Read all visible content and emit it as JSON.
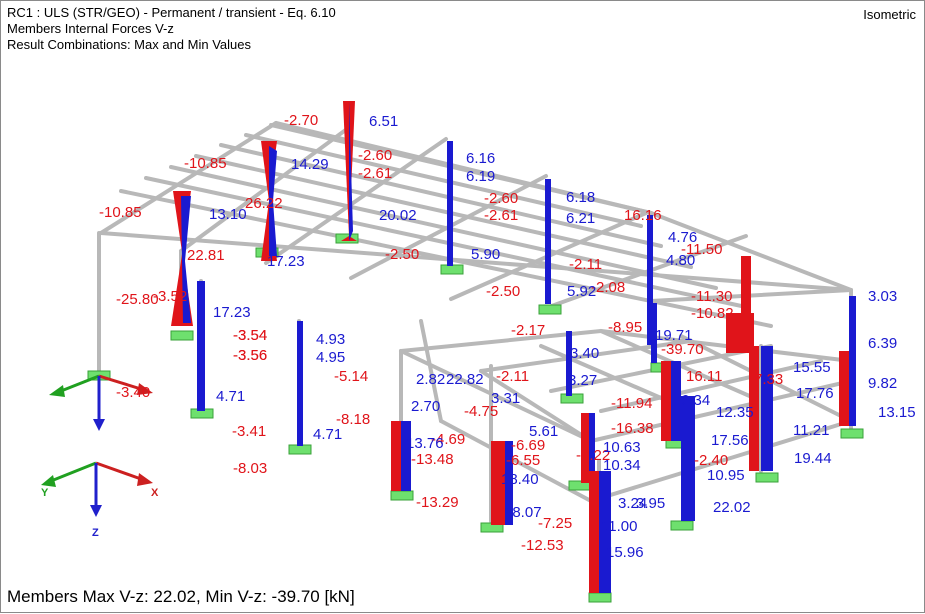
{
  "header": {
    "line1": "RC1 : ULS (STR/GEO) - Permanent / transient - Eq. 6.10",
    "line2": "Members Internal Forces V-z",
    "line3": "Result Combinations: Max and Min Values",
    "projection": "Isometric"
  },
  "footer": {
    "summary": "Members Max V-z: 22.02, Min V-z: -39.70 [kN]"
  },
  "colors": {
    "negative": "#e0141a",
    "positive": "#1a1ad0",
    "structure": "#b8b8b8",
    "support": "#66dd66",
    "axis_x": "#cc2020",
    "axis_y": "#20a020",
    "axis_z": "#2020cc"
  },
  "axes": {
    "x": "X",
    "y": "Y",
    "z": "Z"
  },
  "values_red": [
    "-2.70",
    "-10.85",
    "-2.60",
    "-2.61",
    "-10.85",
    "26.22",
    "-2.60",
    "-2.61",
    "22.81",
    "-2.50",
    "-11.50",
    "-2.11",
    "-25.80",
    "-3.52",
    "-3.54",
    "-3.56",
    "-2.50",
    "-2.08",
    "-11.30",
    "-10.82",
    "-3.54",
    "-3.56",
    "-2.17",
    "-8.95",
    "-39.70",
    "-5.14",
    "-2.11",
    "-3.40",
    "-8.18",
    "-4.75",
    "-11.94",
    "-7.33",
    "-3.41",
    "-4.69",
    "-16.38",
    "-6.69",
    "-6.55",
    "-7.22",
    "-2.40",
    "-8.03",
    "-13.48",
    "-13.29",
    "-7.25",
    "-12.53",
    "16.16",
    "16.11"
  ],
  "values_blue": [
    "6.51",
    "14.29",
    "6.16",
    "6.19",
    "13.10",
    "20.02",
    "6.18",
    "6.21",
    "4.76",
    "4.80",
    "17.23",
    "5.90",
    "5.92",
    "17.23",
    "3.03",
    "4.93",
    "4.95",
    "19.71",
    "3.40",
    "6.39",
    "15.55",
    "2.82",
    "22.82",
    "3.27",
    "9.82",
    "4.71",
    "2.70",
    "3.31",
    "17.76",
    "13.15",
    "6.34",
    "12.35",
    "4.71",
    "13.76",
    "5.61",
    "10.63",
    "10.34",
    "17.56",
    "11.21",
    "18.40",
    "10.95",
    "19.44",
    "3.24",
    "3.95",
    "22.02",
    "18.07",
    "11.00",
    "15.96"
  ]
}
